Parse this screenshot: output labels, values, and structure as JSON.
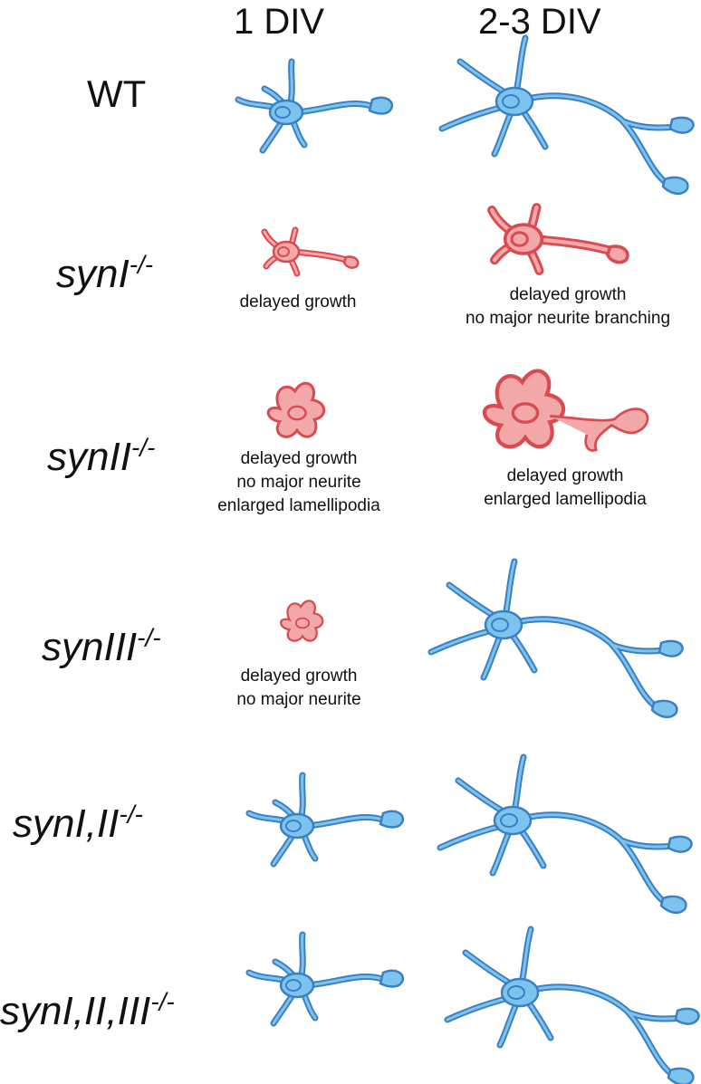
{
  "columns": {
    "div1": "1 DIV",
    "div23": "2-3 DIV"
  },
  "colors": {
    "normal_fill": "#7cc4ee",
    "normal_stroke": "#3b7fc4",
    "defect_fill": "#f2a7a9",
    "defect_stroke": "#d94b50"
  },
  "rows": [
    {
      "genotype": "WT",
      "superscript": "",
      "cell_1div": "normal",
      "cell_23div": "normal",
      "note_1div": [],
      "note_23div": []
    },
    {
      "genotype": "synI",
      "superscript": "-/-",
      "cell_1div": "defect",
      "cell_23div": "defect",
      "note_1div": [
        "delayed growth"
      ],
      "note_23div": [
        "delayed growth",
        "no major neurite branching"
      ]
    },
    {
      "genotype": "synII",
      "superscript": "-/-",
      "cell_1div": "defect",
      "cell_23div": "defect",
      "note_1div": [
        "delayed growth",
        "no major neurite",
        "enlarged lamellipodia"
      ],
      "note_23div": [
        "delayed growth",
        "enlarged lamellipodia"
      ]
    },
    {
      "genotype": "synIII",
      "superscript": "-/-",
      "cell_1div": "defect",
      "cell_23div": "normal",
      "note_1div": [
        "delayed growth",
        "no major neurite"
      ],
      "note_23div": []
    },
    {
      "genotype": "synI,II",
      "superscript": "-/-",
      "cell_1div": "normal",
      "cell_23div": "normal",
      "note_1div": [],
      "note_23div": []
    },
    {
      "genotype": "synI,II,III",
      "superscript": "-/-",
      "cell_1div": "normal",
      "cell_23div": "normal",
      "note_1div": [],
      "note_23div": []
    }
  ]
}
